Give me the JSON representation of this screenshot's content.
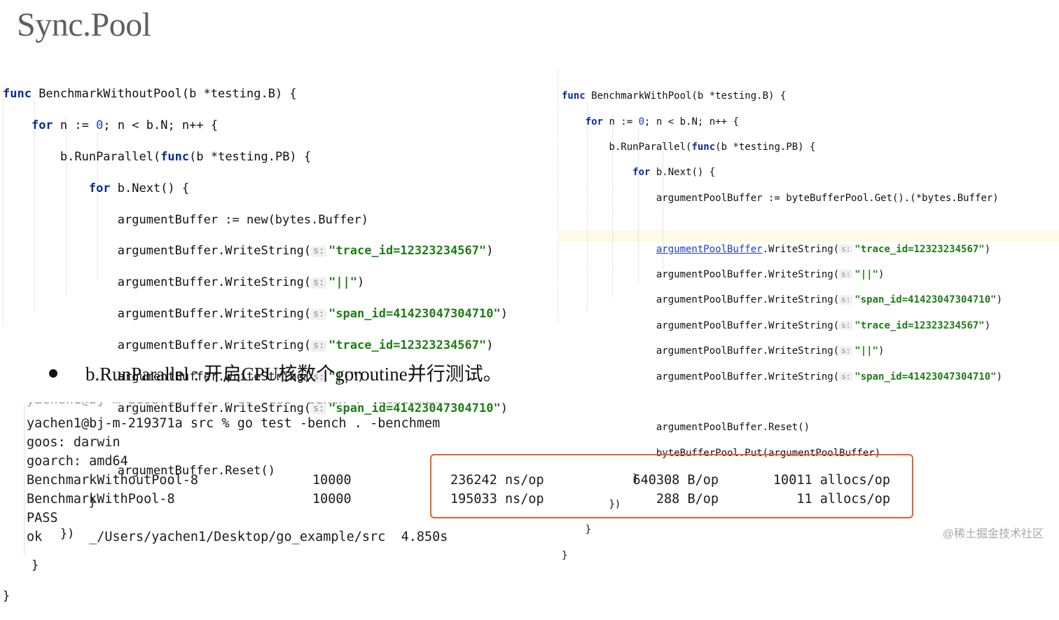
{
  "title": "Sync.Pool",
  "left_code": {
    "line1_kw": "func",
    "line1_rest": " BenchmarkWithoutPool(b *testing.B) {",
    "line2_kw": "for",
    "line2_a": " n := ",
    "line2_num": "0",
    "line2_b": "; n < b.N; n++ {",
    "line3_a": "b.RunParallel(",
    "line3_kw": "func",
    "line3_b": "(b *testing.PB) {",
    "line4_kw": "for",
    "line4_rest": " b.Next() {",
    "line5": "argumentBuffer := new(bytes.Buffer)",
    "write_call": "argumentBuffer.WriteString(",
    "hint": "s:",
    "str1": "\"trace_id=12323234567\"",
    "str2": "\"||\"",
    "str3": "\"span_id=41423047304710\"",
    "close_paren": ")",
    "reset": "argumentBuffer.Reset()",
    "close_brace": "}",
    "close_run": "})"
  },
  "right_code": {
    "line1_kw": "func",
    "line1_rest": " BenchmarkWithPool(b *testing.B) {",
    "line2_kw": "for",
    "line2_a": " n := ",
    "line2_num": "0",
    "line2_b": "; n < b.N; n++ {",
    "line3_a": "b.RunParallel(",
    "line3_kw": "func",
    "line3_b": "(b *testing.PB) {",
    "line4_kw": "for",
    "line4_rest": " b.Next() {",
    "line5": "argumentPoolBuffer := byteBufferPool.Get().(*bytes.Buffer)",
    "var_link": "argumentPoolBuffer",
    "write_suffix": ".WriteString(",
    "write_call": "argumentPoolBuffer.WriteString(",
    "reset": "argumentPoolBuffer.Reset()",
    "put": "byteBufferPool.Put(argumentPoolBuffer)"
  },
  "bullet": "b.RunParallel : 开启CPU核数个goroutine并行测试。",
  "terminal": {
    "prompt_line": "yachen1@bj-m-219371a src % go test -bench . -benchmem",
    "goos": "goos: darwin",
    "goarch": "goarch: amd64",
    "rows": [
      {
        "name": "BenchmarkWithoutPool-8",
        "n": "10000",
        "ns": "236242 ns/op",
        "bytes": "640308 B/op",
        "allocs": "10011 allocs/op"
      },
      {
        "name": "BenchmarkWithPool-8",
        "n": "10000",
        "ns": "195033 ns/op",
        "bytes": "288 B/op",
        "allocs": "11 allocs/op"
      }
    ],
    "pass": "PASS",
    "ok_line": "ok      _/Users/yachen1/Desktop/go_example/src  4.850s"
  },
  "watermark": "@稀土掘金技术社区"
}
